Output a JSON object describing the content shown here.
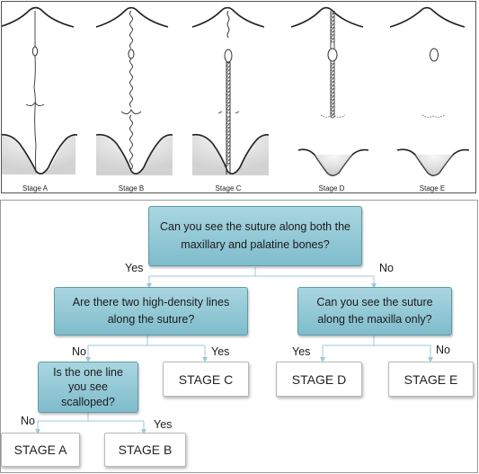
{
  "stages": [
    {
      "label": "Stage A"
    },
    {
      "label": "Stage B"
    },
    {
      "label": "Stage C"
    },
    {
      "label": "Stage D"
    },
    {
      "label": "Stage E"
    }
  ],
  "flowchart": {
    "q1": "Can you see the suture along both the maxillary and palatine bones?",
    "q2": "Are there two high-density lines along the suture?",
    "q3": "Can you see the suture along the maxilla only?",
    "q4": "Is the one line you see scalloped?",
    "answers": {
      "q1_yes": "Yes",
      "q1_no": "No",
      "q2_no": "No",
      "q2_yes": "Yes",
      "q3_yes": "Yes",
      "q3_no": "No",
      "q4_no": "No",
      "q4_yes": "Yes"
    },
    "results": {
      "stage_a": "STAGE A",
      "stage_b": "STAGE B",
      "stage_c": "STAGE C",
      "stage_d": "STAGE D",
      "stage_e": "STAGE E"
    }
  },
  "colors": {
    "question_fill": "#8fc6d4",
    "question_border": "#5e9aa6",
    "connector": "#9fc9d4",
    "line": "#333333"
  }
}
